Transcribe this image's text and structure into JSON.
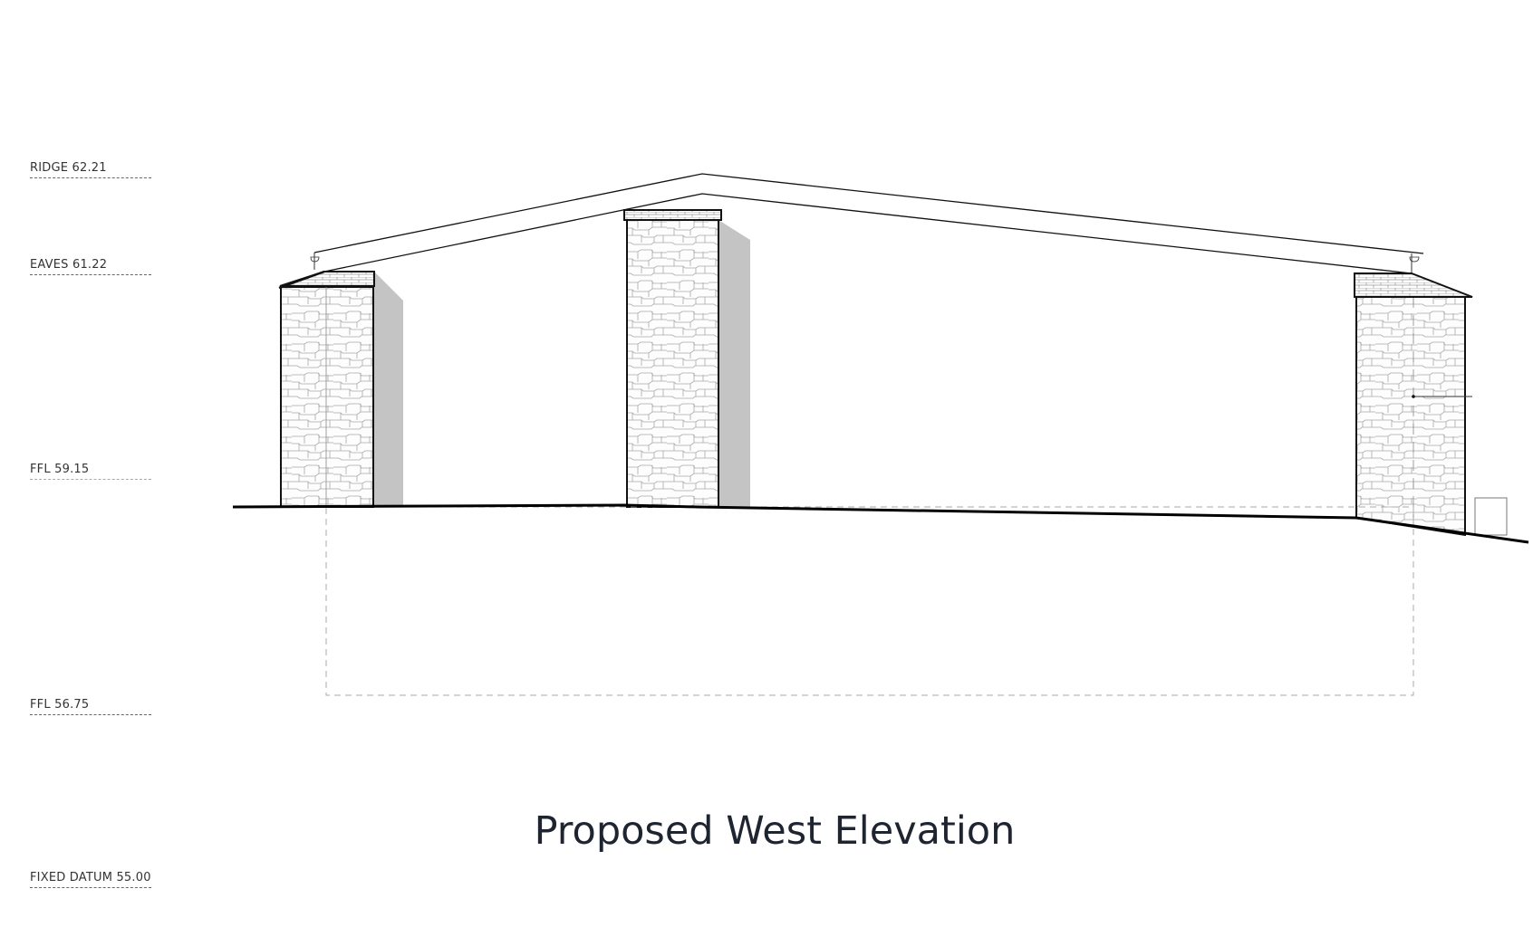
{
  "title": "Proposed West Elevation",
  "levels": {
    "ridge": "RIDGE 62.21",
    "eaves": "EAVES 61.22",
    "ffl_upper": "FFL 59.15",
    "ffl_lower": "FFL 56.75",
    "datum": "FIXED DATUM 55.00"
  },
  "colors": {
    "line": "#000000",
    "shadow": "#c4c4c4",
    "stone": "#9a9a9a",
    "dashed": "#aaaaaa"
  }
}
